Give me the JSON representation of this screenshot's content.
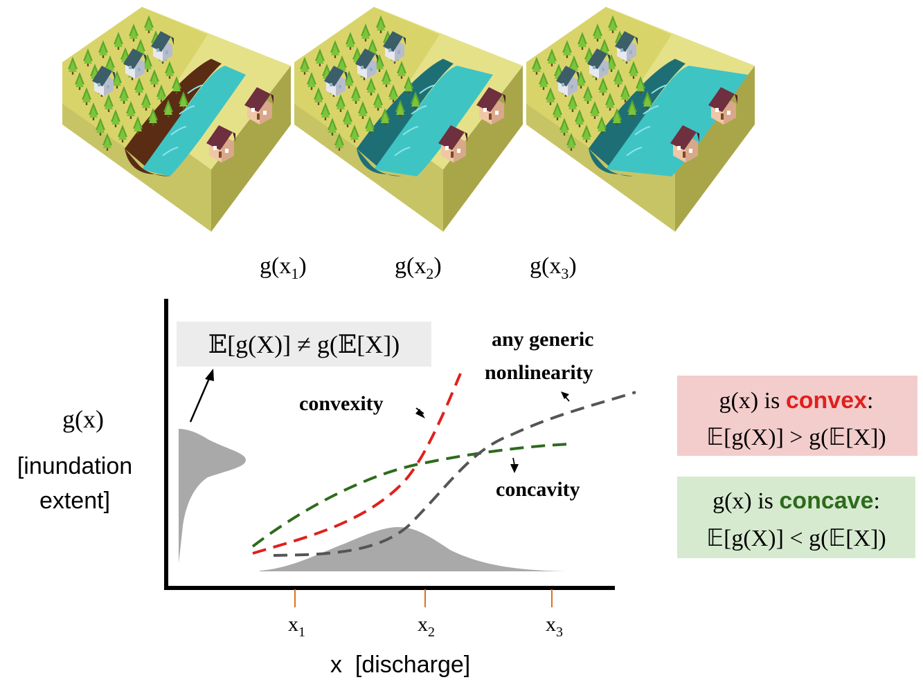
{
  "scenes": [
    {
      "label_base": "g(x",
      "label_sub": "1",
      "label_close": ")"
    },
    {
      "label_base": "g(x",
      "label_sub": "2",
      "label_close": ")"
    },
    {
      "label_base": "g(x",
      "label_sub": "3",
      "label_close": ")"
    }
  ],
  "axes": {
    "y_label_1": "g(x)",
    "y_label_2": "[inundation",
    "y_label_3": "extent]",
    "x_label": "x  [discharge]",
    "x_ticks": [
      {
        "base": "x",
        "sub": "1"
      },
      {
        "base": "x",
        "sub": "2"
      },
      {
        "base": "x",
        "sub": "3"
      }
    ]
  },
  "annotations": {
    "jensen": "𝔼[g(X)] ≠ g(𝔼[X])",
    "convexity": "convexity",
    "concavity": "concavity",
    "generic_1": "any generic",
    "generic_2": "nonlinearity"
  },
  "legend": {
    "convex": {
      "prefix": "g(x) is ",
      "keyword": "convex",
      "suffix": ":",
      "formula": "𝔼[g(X)] > g(𝔼[X])",
      "bg": "#f3cccc",
      "color": "#e0201c"
    },
    "concave": {
      "prefix": "g(x) is ",
      "keyword": "concave",
      "suffix": ":",
      "formula": "𝔼[g(X)] < g(𝔼[X])",
      "bg": "#d6ead0",
      "color": "#2e6b1c"
    }
  },
  "colors": {
    "convex_line": "#e0201c",
    "concave_line": "#2e6b1c",
    "generic_line": "#555555",
    "density": "#a9a9a9",
    "tick": "#e0701c"
  }
}
